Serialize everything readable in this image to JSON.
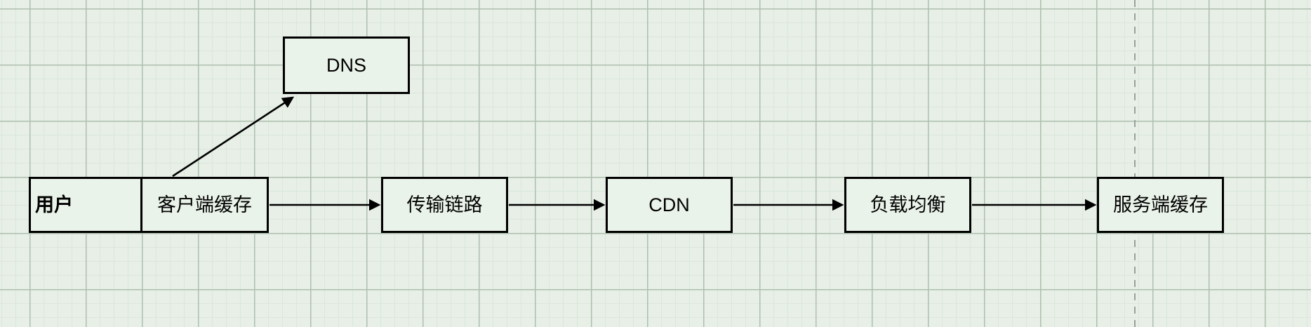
{
  "colors": {
    "canvas-bg": "#e7efe7",
    "grid-minor": "#dbe7db",
    "grid-major": "#aebfae",
    "node-fill": "#eaf3ea",
    "node-stroke": "#000000",
    "edge-color": "#000000",
    "text-color": "#000000",
    "page-divider": "#9aa09a"
  },
  "diagram": {
    "type": "flowchart",
    "nodes": {
      "user": {
        "label": "用户"
      },
      "client_cache": {
        "label": "客户端缓存"
      },
      "dns": {
        "label": "DNS"
      },
      "transmission_link": {
        "label": "传输链路"
      },
      "cdn": {
        "label": "CDN"
      },
      "load_balancer": {
        "label": "负载均衡"
      },
      "server_cache": {
        "label": "服务端缓存"
      }
    },
    "edges": [
      {
        "from": "client_cache",
        "to": "dns"
      },
      {
        "from": "client_cache",
        "to": "transmission_link"
      },
      {
        "from": "transmission_link",
        "to": "cdn"
      },
      {
        "from": "cdn",
        "to": "load_balancer"
      },
      {
        "from": "load_balancer",
        "to": "server_cache"
      }
    ]
  }
}
